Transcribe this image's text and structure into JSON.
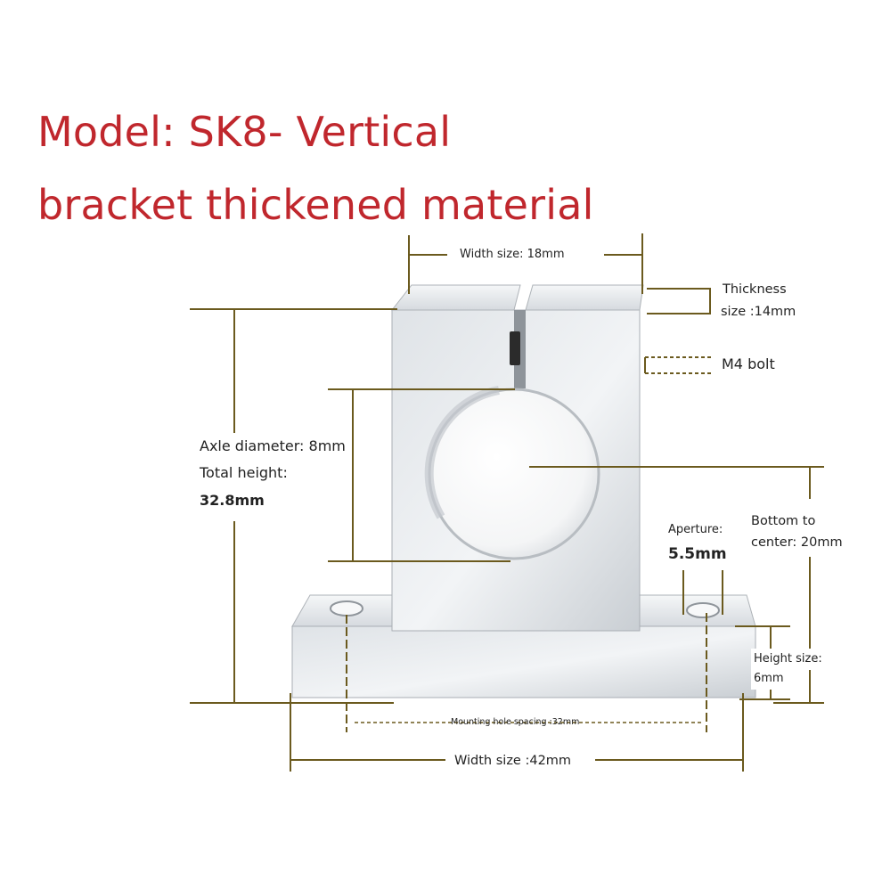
{
  "title": {
    "line1": "Model: SK8- Vertical",
    "line2": "bracket thickened material"
  },
  "labels": {
    "width_top": "Width size: 18mm",
    "thickness_1": "Thickness",
    "thickness_2": "size :14mm",
    "m4_bolt": "M4 bolt",
    "axle_diameter": "Axle diameter: 8mm",
    "total_height_1": "Total height:",
    "total_height_2": "32.8mm",
    "aperture_1": "Aperture:",
    "aperture_2": "5.5mm",
    "bottom_center_1": "Bottom to",
    "bottom_center_2": "center: 20mm",
    "height_size_1": "Height size:",
    "height_size_2": "6mm",
    "mounting_hole": "Mounting hole spacing :32mm",
    "width_bottom": "Width size :42mm"
  },
  "colors": {
    "title": "#c0272d",
    "dimension_line": "#6b5a1e",
    "aluminum_light": "#e9ecef",
    "aluminum_dark": "#b7bcc2",
    "text": "#222222"
  }
}
